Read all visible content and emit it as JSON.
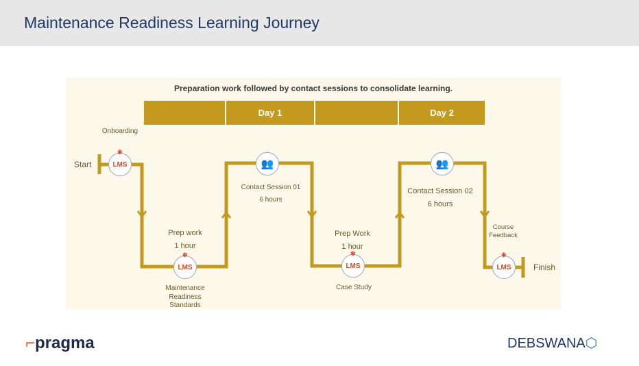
{
  "title": "Maintenance Readiness Learning Journey",
  "subtitle": "Preparation work followed by contact sessions to consolidate learning.",
  "days": [
    "Day 1",
    "Day 2"
  ],
  "labels": {
    "start": "Start",
    "finish": "Finish",
    "onboarding": "Onboarding",
    "prep1": "Prep work",
    "prep1_dur": "1 hour",
    "mrs": "Maintenance Readiness Standards",
    "cs1": "Contact Session 01",
    "cs1_dur": "6 hours",
    "prep2": "Prep Work",
    "prep2_dur": "1 hour",
    "case": "Case Study",
    "cs2": "Contact Session 02",
    "cs2_dur": "6 hours",
    "feedback": "Course Feedback"
  },
  "lms": "LMS",
  "colors": {
    "gold": "#c49a1e",
    "title": "#1f3864"
  },
  "logos": {
    "left": "pragma",
    "right": "DEBSWANA"
  }
}
